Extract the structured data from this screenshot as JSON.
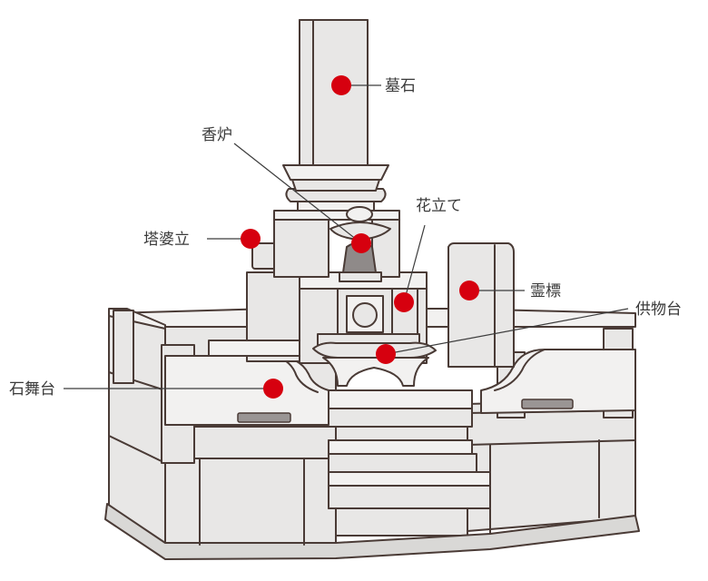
{
  "diagram": {
    "marker_color": "#d6000f",
    "labels": {
      "boseki": "墓石",
      "koro": "香炉",
      "hanatate": "花立て",
      "tobatate": "塔婆立",
      "reihyo": "霊標",
      "kumotsudai": "供物台",
      "ishibutai": "石舞台"
    }
  }
}
